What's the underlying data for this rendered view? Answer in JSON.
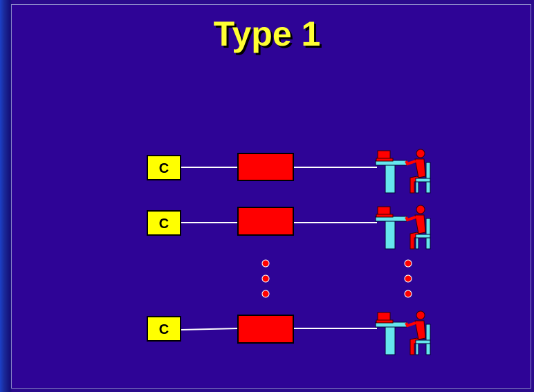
{
  "slide": {
    "title": "Type 1"
  },
  "diagram": {
    "rows": [
      {
        "computer_label": "C"
      },
      {
        "computer_label": "C"
      },
      {
        "computer_label": "C"
      }
    ],
    "ellipsis": "…"
  },
  "colors": {
    "background": "#2e0496",
    "title": "#ffff33",
    "computer_box": "#ffff00",
    "terminal_box": "#ff0000",
    "line": "#ffffff",
    "desk": "#66e6ee",
    "person": "#ff0000"
  }
}
